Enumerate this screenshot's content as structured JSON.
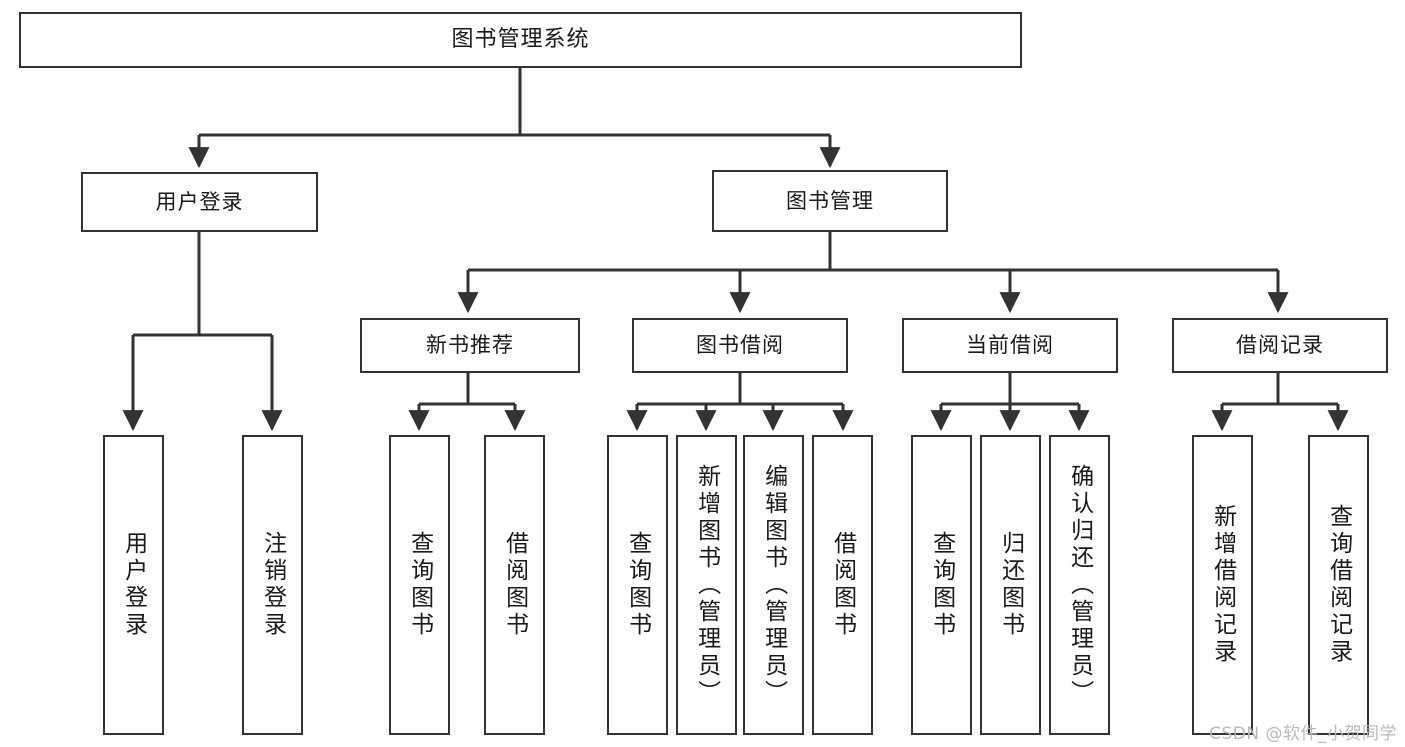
{
  "diagram": {
    "type": "tree",
    "title": "图书管理系统",
    "orientation": "top-down",
    "colors": {
      "box_fill": "#ffffff",
      "box_border": "#333333",
      "connector": "#333333",
      "text": "#1a1a1a",
      "watermark": "#b9b9b9",
      "background": "#ffffff"
    }
  },
  "nodes": {
    "root": {
      "label": "图书管理系统"
    },
    "level2": [
      {
        "label": "用户登录"
      },
      {
        "label": "图书管理"
      }
    ],
    "level3": [
      {
        "label": "新书推荐"
      },
      {
        "label": "图书借阅"
      },
      {
        "label": "当前借阅"
      },
      {
        "label": "借阅记录"
      }
    ],
    "leaves": {
      "user_login": [
        {
          "label": "用户登录"
        },
        {
          "label": "注销登录"
        }
      ],
      "new_book_recommend": [
        {
          "label": "查询图书"
        },
        {
          "label": "借阅图书"
        }
      ],
      "book_borrow": [
        {
          "label": "查询图书"
        },
        {
          "label": "新增图书（管理员）"
        },
        {
          "label": "编辑图书（管理员）"
        },
        {
          "label": "借阅图书"
        }
      ],
      "current_borrow": [
        {
          "label": "查询图书"
        },
        {
          "label": "归还图书"
        },
        {
          "label": "确认归还（管理员）"
        }
      ],
      "borrow_record": [
        {
          "label": "新增借阅记录"
        },
        {
          "label": "查询借阅记录"
        }
      ]
    }
  },
  "watermark": {
    "text": "CSDN @软件_小贺同学"
  }
}
